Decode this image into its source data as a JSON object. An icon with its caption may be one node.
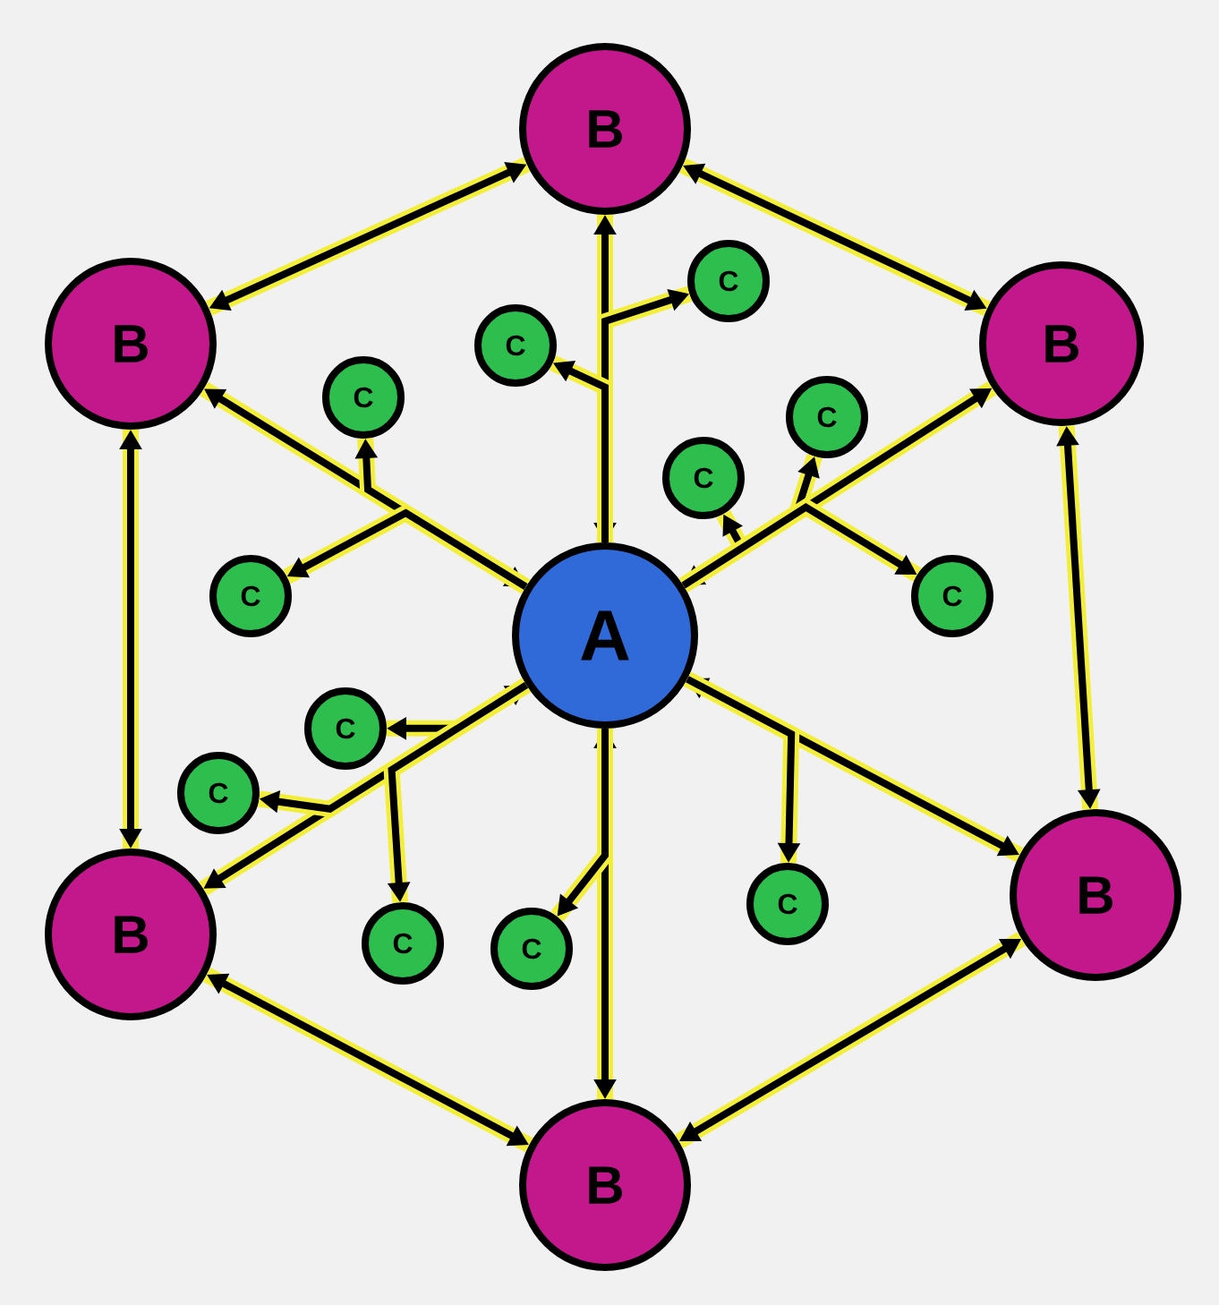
{
  "diagram": {
    "nodes": [
      {
        "text": [
          "A"
        ]
      },
      {
        "text": [
          "B"
        ]
      },
      {
        "text": [
          "B"
        ]
      },
      {
        "text": [
          "B"
        ]
      },
      {
        "text": [
          "B"
        ]
      },
      {
        "text": [
          "B"
        ]
      },
      {
        "text": [
          "B"
        ]
      },
      {
        "text": [
          "C"
        ]
      },
      {
        "text": [
          "C"
        ]
      },
      {
        "text": [
          "C"
        ]
      },
      {
        "text": [
          "C"
        ]
      },
      {
        "text": [
          "C"
        ]
      },
      {
        "text": [
          "C"
        ]
      },
      {
        "text": [
          "C"
        ]
      },
      {
        "text": [
          "C"
        ]
      },
      {
        "text": [
          "C"
        ]
      },
      {
        "text": [
          "C"
        ]
      },
      {
        "text": [
          "C"
        ]
      },
      {
        "text": [
          "C"
        ]
      }
    ],
    "edges": [
      {
        "from": 0,
        "to": 1,
        "arrow": "both"
      },
      {
        "from": 0,
        "to": 2,
        "arrow": "both"
      },
      {
        "from": 0,
        "to": 3,
        "arrow": "both"
      },
      {
        "from": 0,
        "to": 4,
        "arrow": "both"
      },
      {
        "from": 0,
        "to": 5,
        "arrow": "both"
      },
      {
        "from": 0,
        "to": 6,
        "arrow": "both"
      },
      {
        "from": 1,
        "to": 2,
        "arrow": "both"
      },
      {
        "from": 2,
        "to": 3,
        "arrow": "both"
      },
      {
        "from": 3,
        "to": 4,
        "arrow": "both"
      },
      {
        "from": 4,
        "to": 5,
        "arrow": "both"
      },
      {
        "from": 5,
        "to": 6,
        "arrow": "both"
      },
      {
        "from": 6,
        "to": 1,
        "arrow": "both"
      },
      {
        "from": 0,
        "to": 7,
        "arrow": "to"
      },
      {
        "from": 0,
        "to": 8,
        "arrow": "to"
      },
      {
        "from": 0,
        "to": 9,
        "arrow": "to"
      },
      {
        "from": 0,
        "to": 10,
        "arrow": "to"
      },
      {
        "from": 0,
        "to": 11,
        "arrow": "to"
      },
      {
        "from": 0,
        "to": 12,
        "arrow": "to"
      },
      {
        "from": 0,
        "to": 13,
        "arrow": "to"
      },
      {
        "from": 0,
        "to": 14,
        "arrow": "to"
      },
      {
        "from": 0,
        "to": 15,
        "arrow": "to"
      },
      {
        "from": 0,
        "to": 16,
        "arrow": "to"
      },
      {
        "from": 0,
        "to": 17,
        "arrow": "to"
      },
      {
        "from": 0,
        "to": 18,
        "arrow": "to"
      }
    ]
  }
}
